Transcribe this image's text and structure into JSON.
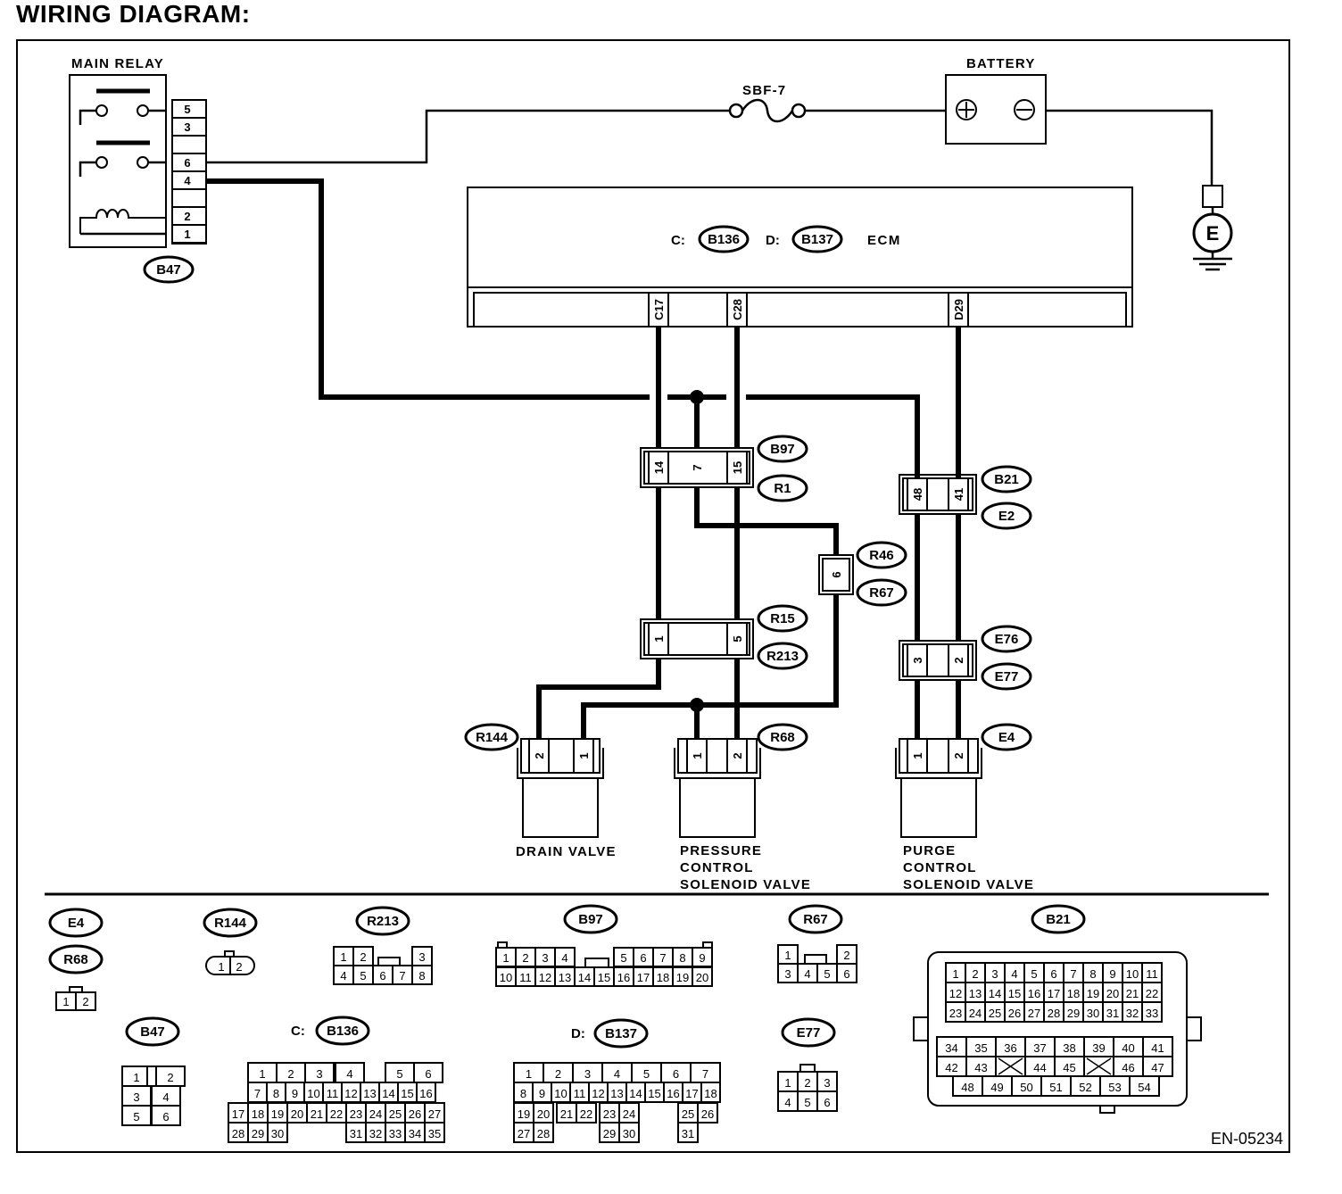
{
  "title": "WIRING DIAGRAM:",
  "figure_code": "EN-05234",
  "components": {
    "main_relay": {
      "label": "MAIN RELAY",
      "connector": "B47",
      "pins": [
        "5",
        "3",
        "",
        "6",
        "4",
        "",
        "2",
        "1"
      ]
    },
    "fuse": {
      "label": "SBF-7"
    },
    "battery": {
      "label": "BATTERY"
    },
    "ground": {
      "label": "E"
    },
    "ecm": {
      "label": "ECM",
      "conn_c_prefix": "C:",
      "conn_c": "B136",
      "conn_d_prefix": "D:",
      "conn_d": "B137",
      "pins": [
        "C17",
        "C28",
        "D29"
      ]
    },
    "drain_valve": {
      "label": "DRAIN VALVE",
      "connector": "R144",
      "pins": [
        "2",
        "1"
      ]
    },
    "pressure_valve": {
      "label_lines": [
        "PRESSURE",
        "CONTROL",
        "SOLENOID VALVE"
      ],
      "connector": "R68",
      "pins": [
        "1",
        "2"
      ]
    },
    "purge_valve": {
      "label_lines": [
        "PURGE",
        "CONTROL",
        "SOLENOID VALVE"
      ],
      "connector": "E4",
      "pins": [
        "1",
        "2"
      ]
    }
  },
  "junctions": {
    "b97_r1": {
      "codes": [
        "B97",
        "R1"
      ],
      "pins": [
        "14",
        "7",
        "15"
      ]
    },
    "b21_e2": {
      "codes": [
        "B21",
        "E2"
      ],
      "pins": [
        "48",
        "41"
      ]
    },
    "r46_r67": {
      "codes": [
        "R46",
        "R67"
      ],
      "pins": [
        "6"
      ]
    },
    "r15_r213": {
      "codes": [
        "R15",
        "R213"
      ],
      "pins": [
        "1",
        "5"
      ]
    },
    "e76_e77": {
      "codes": [
        "E76",
        "E77"
      ],
      "pins": [
        "3",
        "2"
      ]
    }
  },
  "legend": {
    "e4_r68": {
      "codes": [
        "E4",
        "R68"
      ],
      "cells": [
        "1",
        "2"
      ]
    },
    "r144": {
      "code": "R144",
      "cells": [
        "1",
        "2"
      ]
    },
    "r213": {
      "code": "R213",
      "cells": [
        "1",
        "2",
        "3",
        "4",
        "5",
        "6",
        "7",
        "8"
      ]
    },
    "b97": {
      "code": "B97",
      "cells": [
        "1",
        "2",
        "3",
        "4",
        "5",
        "6",
        "7",
        "8",
        "9",
        "10",
        "11",
        "12",
        "13",
        "14",
        "15",
        "16",
        "17",
        "18",
        "19",
        "20"
      ]
    },
    "r67": {
      "code": "R67",
      "cells": [
        "1",
        "2",
        "3",
        "4",
        "5",
        "6"
      ]
    },
    "b21": {
      "code": "B21",
      "cells": [
        "1",
        "2",
        "3",
        "4",
        "5",
        "6",
        "7",
        "8",
        "9",
        "10",
        "11",
        "12",
        "13",
        "14",
        "15",
        "16",
        "17",
        "18",
        "19",
        "20",
        "21",
        "22",
        "23",
        "24",
        "25",
        "26",
        "27",
        "28",
        "29",
        "30",
        "31",
        "32",
        "33",
        "34",
        "35",
        "36",
        "37",
        "38",
        "39",
        "40",
        "41",
        "42",
        "43",
        "44",
        "45",
        "46",
        "47",
        "48",
        "49",
        "50",
        "51",
        "52",
        "53",
        "54"
      ]
    },
    "b47": {
      "code": "B47",
      "cells": [
        "1",
        "2",
        "3",
        "4",
        "5",
        "6"
      ]
    },
    "b136": {
      "prefix": "C:",
      "code": "B136",
      "cells": [
        "1",
        "2",
        "3",
        "4",
        "5",
        "6",
        "7",
        "8",
        "9",
        "10",
        "11",
        "12",
        "13",
        "14",
        "15",
        "16",
        "17",
        "18",
        "19",
        "20",
        "21",
        "22",
        "23",
        "24",
        "25",
        "26",
        "27",
        "28",
        "29",
        "30",
        "31",
        "32",
        "33",
        "34",
        "35"
      ]
    },
    "b137": {
      "prefix": "D:",
      "code": "B137",
      "cells": [
        "1",
        "2",
        "3",
        "4",
        "5",
        "6",
        "7",
        "8",
        "9",
        "10",
        "11",
        "12",
        "13",
        "14",
        "15",
        "16",
        "17",
        "18",
        "19",
        "20",
        "21",
        "22",
        "23",
        "24",
        "25",
        "26",
        "27",
        "28",
        "29",
        "30",
        "31"
      ]
    },
    "e77": {
      "code": "E77",
      "cells": [
        "1",
        "2",
        "3",
        "4",
        "5",
        "6"
      ]
    }
  }
}
